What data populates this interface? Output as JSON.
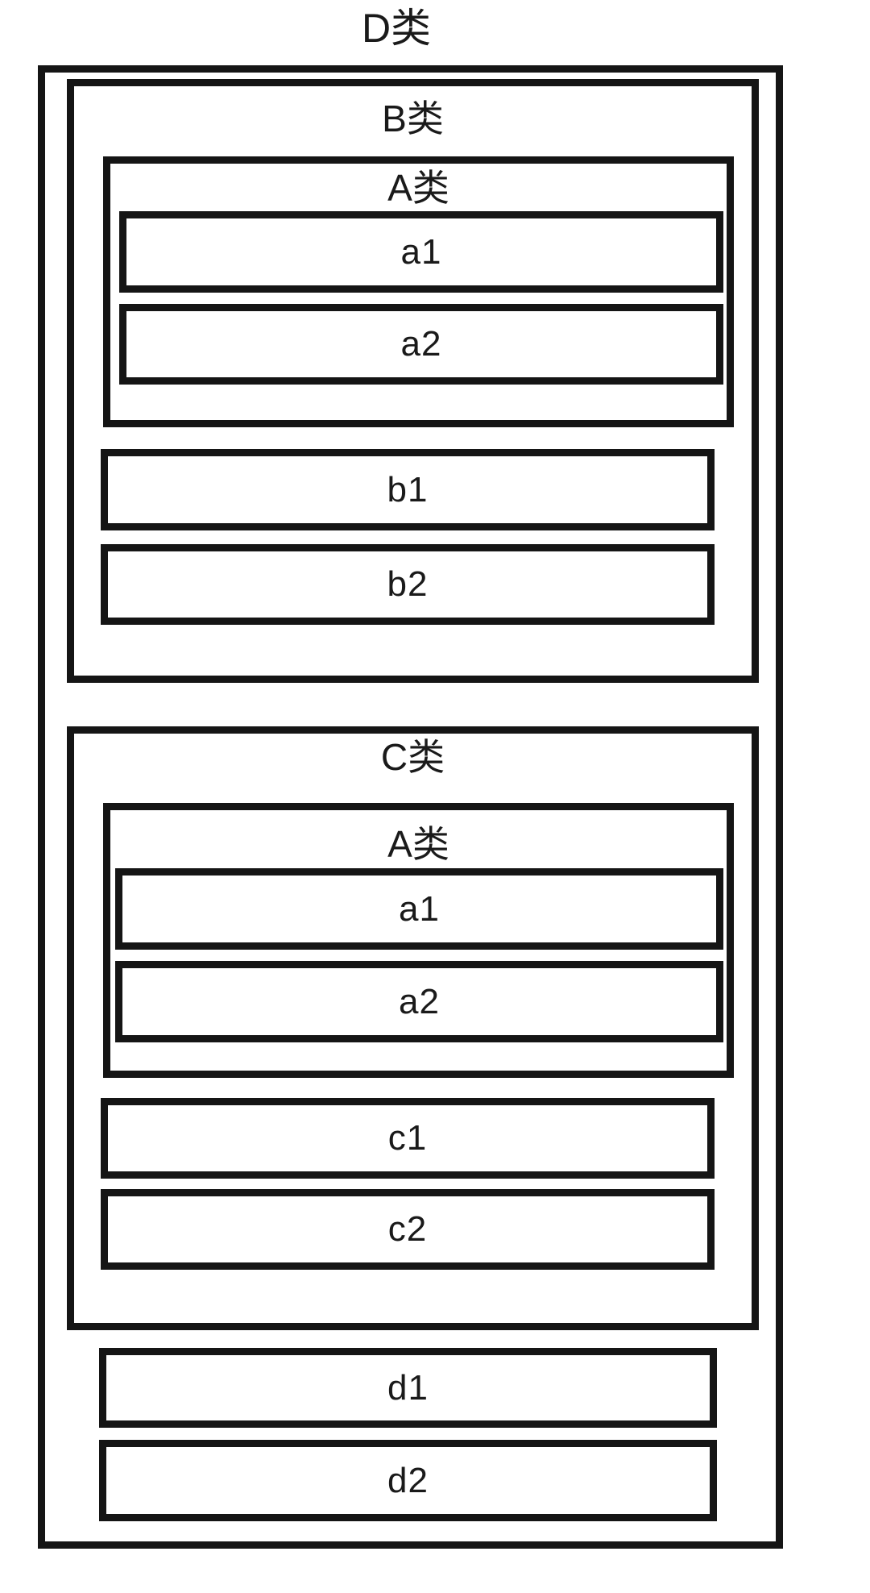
{
  "colors": {
    "line": "#151515",
    "background": "#ffffff",
    "text": "#1a1a1a"
  },
  "diagram": {
    "d_class": {
      "label": "D类",
      "b_class": {
        "label": "B类",
        "a_class": {
          "label": "A类",
          "items": [
            "a1",
            "a2"
          ]
        },
        "items": [
          "b1",
          "b2"
        ]
      },
      "c_class": {
        "label": "C类",
        "a_class": {
          "label": "A类",
          "items": [
            "a1",
            "a2"
          ]
        },
        "items": [
          "c1",
          "c2"
        ]
      },
      "items": [
        "d1",
        "d2"
      ]
    }
  }
}
